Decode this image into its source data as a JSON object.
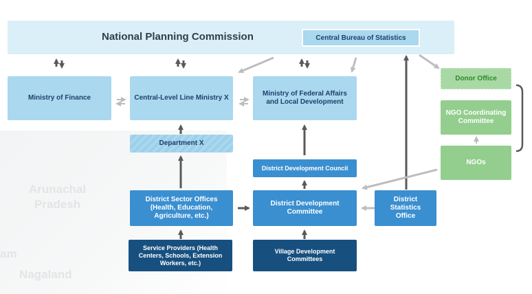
{
  "background": {
    "labels": [
      "Arunachal",
      "Pradesh",
      "am",
      "Nagaland"
    ]
  },
  "diagram": {
    "top": {
      "title": "National Planning Commission",
      "cbs": "Central Bureau of Statistics"
    },
    "nodes": {
      "ministry_finance": "Ministry of Finance",
      "central_line_ministry": "Central-Level Line Ministry X",
      "mofald": "Ministry of Federal Affairs and Local Development",
      "donor_office": "Donor Office",
      "department_x": "Department X",
      "ngo_committee": "NGO Coordinating Committee",
      "ngos": "NGOs",
      "ddc_council": "District Development Council",
      "district_sector_offices": "District Sector Offices (Health, Education, Agriculture, etc.)",
      "ddc_committee": "District Development Committee",
      "district_statistics_office": "District Statistics Office",
      "service_providers": "Service Providers (Health Centers, Schools, Extension Workers, etc.)",
      "vdc": "Village Development Committees"
    }
  },
  "colors": {
    "light_box": "#a9d8ef",
    "mid_box": "#3a8fd0",
    "dark_box": "#17507f",
    "green_box": "#93ce8e",
    "top_band": "#dbeff8",
    "arrow_dark": "#595959",
    "arrow_light": "#bdbdbd"
  }
}
